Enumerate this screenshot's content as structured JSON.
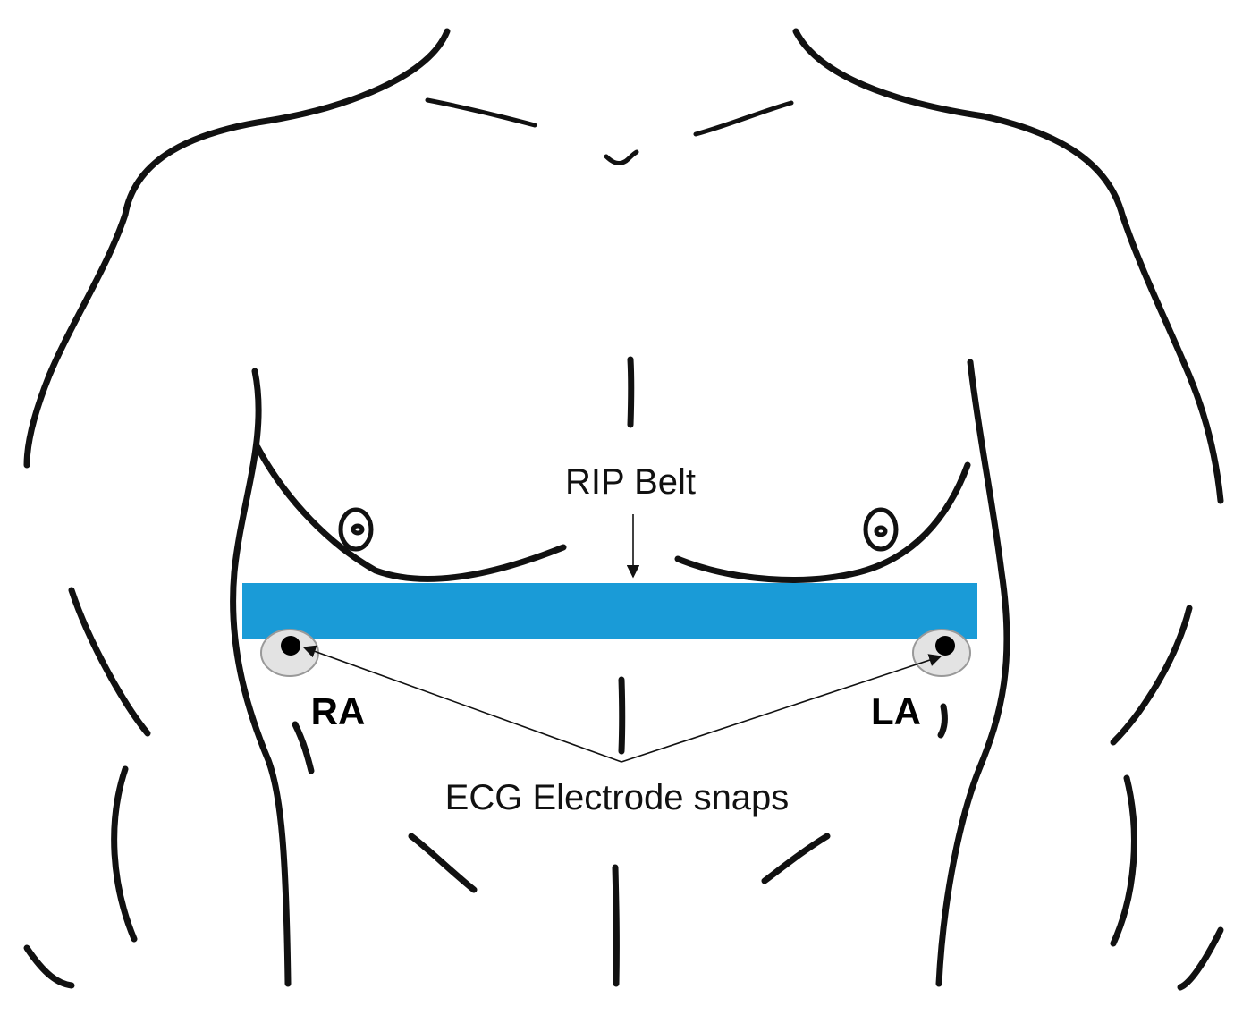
{
  "labels": {
    "belt": "RIP Belt",
    "right_arm_electrode": "RA",
    "left_arm_electrode": "LA",
    "electrodes": "ECG Electrode snaps"
  },
  "colors": {
    "belt": "#1a9bd7",
    "outline": "#111111",
    "electrode_pad": "#e3e3e3",
    "electrode_snap": "#000000",
    "background": "#ffffff"
  }
}
